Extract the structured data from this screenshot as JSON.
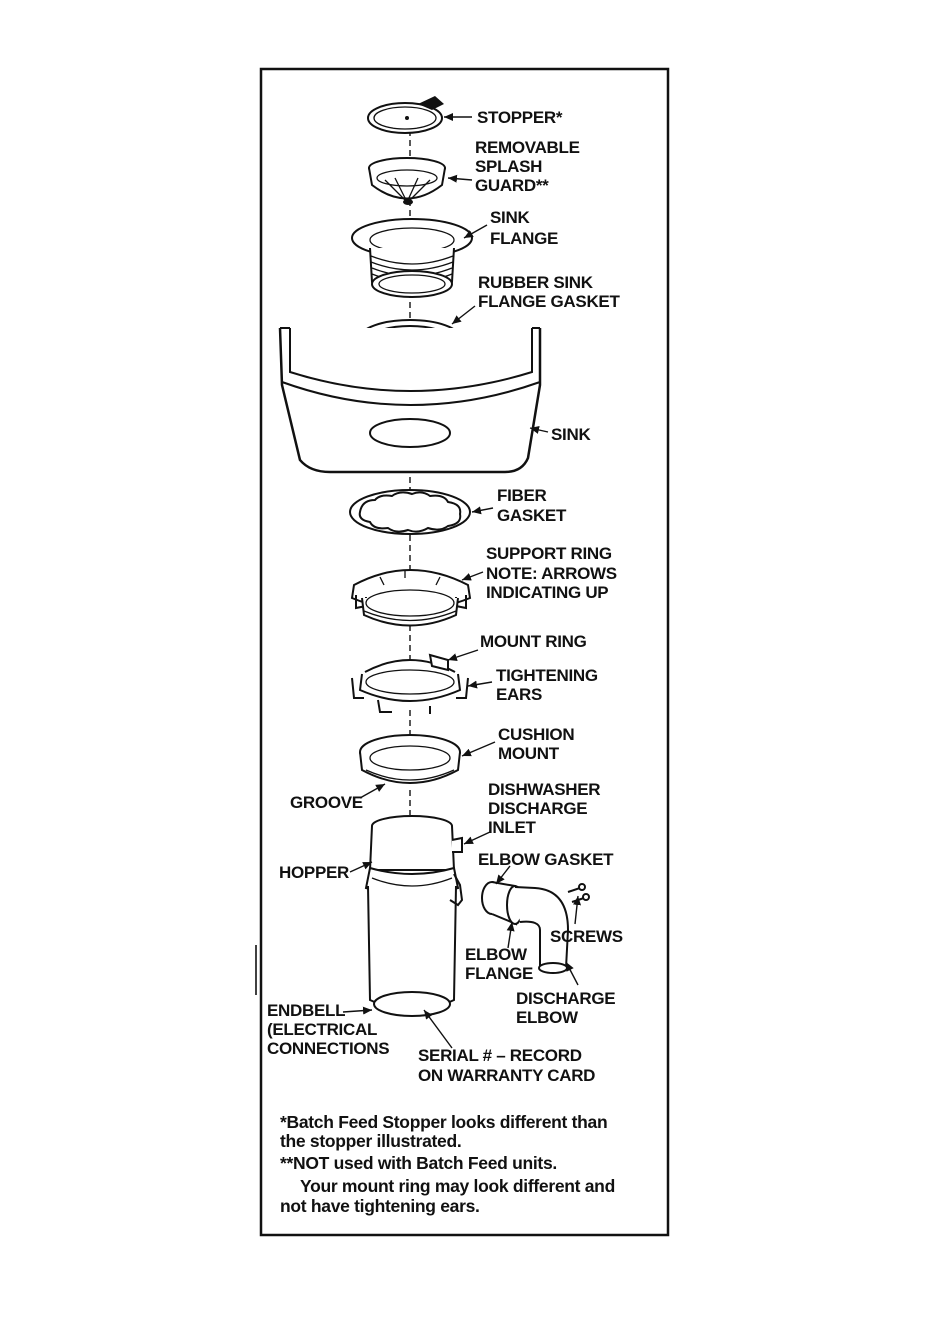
{
  "labels": {
    "stopper": "STOPPER*",
    "splash_guard": [
      "REMOVABLE",
      "SPLASH",
      "GUARD**"
    ],
    "sink_flange": [
      "SINK",
      "FLANGE"
    ],
    "rubber_gasket": [
      "RUBBER SINK",
      "FLANGE GASKET"
    ],
    "sink": "SINK",
    "fiber_gasket": [
      "FIBER",
      "GASKET"
    ],
    "support_ring": [
      "SUPPORT RING",
      "NOTE: ARROWS",
      "INDICATING UP"
    ],
    "mount_ring": "MOUNT RING",
    "tightening_ears": [
      "TIGHTENING",
      "EARS"
    ],
    "cushion_mount": [
      "CUSHION",
      "MOUNT"
    ],
    "groove": "GROOVE",
    "dishwasher_inlet": [
      "DISHWASHER",
      "DISCHARGE",
      "INLET"
    ],
    "elbow_gasket": "ELBOW GASKET",
    "hopper": "HOPPER",
    "screws": "SCREWS",
    "elbow_flange": [
      "ELBOW",
      "FLANGE"
    ],
    "discharge_elbow": [
      "DISCHARGE",
      "ELBOW"
    ],
    "endbell": [
      "ENDBELL",
      "(ELECTRICAL",
      "CONNECTIONS"
    ],
    "serial": [
      "SERIAL #  –  RECORD",
      "ON WARRANTY CARD"
    ]
  },
  "notes": [
    "*Batch Feed Stopper looks different than",
    "the stopper illustrated.",
    "**NOT used with Batch Feed units.",
    "Your mount ring may look different and",
    "not have tightening ears."
  ]
}
